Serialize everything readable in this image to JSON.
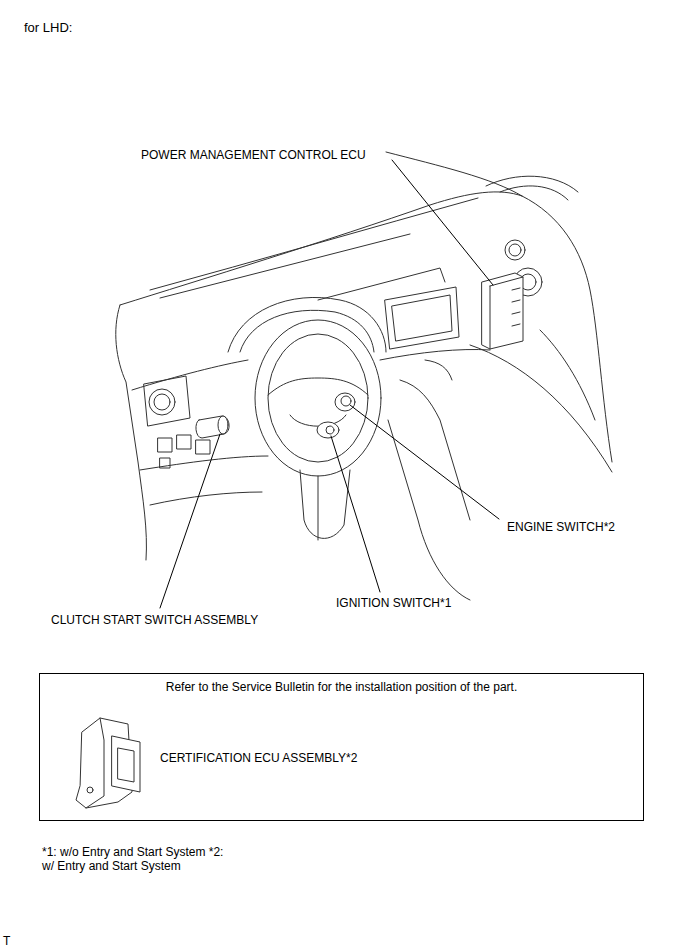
{
  "diagram": {
    "nodes": [
      {
        "text": [
          "Refer to the Service Bulletin for the installation position of the part.",
          "CERTIFICATION ECU ASSEMBLY*2"
        ]
      }
    ],
    "labels": [
      "for LHD:",
      "POWER MANAGEMENT CONTROL ECU",
      "ENGINE SWITCH*2",
      "IGNITION SWITCH*1",
      "CLUTCH START SWITCH ASSEMBLY",
      "*1: w/o Entry and Start System *2: w/ Entry and Start System",
      "T"
    ]
  }
}
